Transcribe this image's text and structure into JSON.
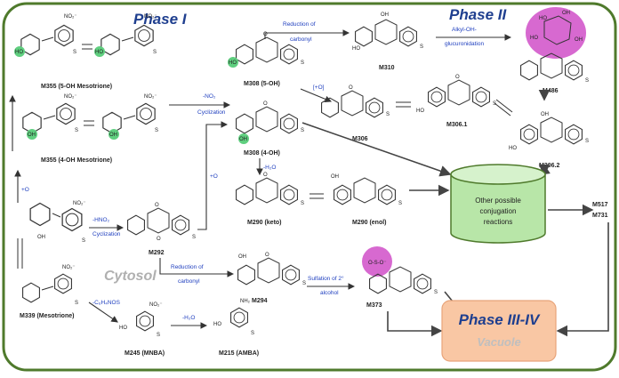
{
  "phases": {
    "phase1": "Phase I",
    "phase2": "Phase II",
    "phase34": "Phase III-IV",
    "cytosol": "Cytosol",
    "vacuole": "Vacuole"
  },
  "cylinder": {
    "lines": [
      "Other possible",
      "conjugation",
      "reactions"
    ]
  },
  "compounds": {
    "m355_5oh": "M355 (5-OH Mesotrione)",
    "m355_4oh": "M355 (4-OH Mesotrione)",
    "m339": "M339 (Mesotrione)",
    "m292": "M292",
    "m308_5oh": "M308 (5-OH)",
    "m308_4oh": "M308 (4-OH)",
    "m306": "M306",
    "m306_1": "M306.1",
    "m306_2": "M306.2",
    "m310": "M310",
    "m486": "M486",
    "m290_keto": "M290 (keto)",
    "m290_enol": "M290 (enol)",
    "m294": "M294",
    "m373": "M373",
    "m245": "M245 (MNBA)",
    "m215": "M215 (AMBA)",
    "m517": "M517",
    "m731": "M731"
  },
  "reactions": {
    "plus_o_left": "+O",
    "plus_o_mid": "+O",
    "hno2": "-HNO₂",
    "cyclization1": "Cyclization",
    "no2": "-NO₂",
    "cyclization2": "Cyclization",
    "reduction1_a": "Reduction of",
    "reduction1_b": "carbonyl",
    "plus_o_bracket": "[+O]",
    "alkyl_a": "Alkyl-OH-",
    "alkyl_b": "glucuronidation",
    "h2o_mid": "-H₂O",
    "reduction2_a": "Reduction of",
    "reduction2_b": "carbonyl",
    "sulfation_a": "Sulfation of 2°",
    "sulfation_b": "alcohol",
    "c6h4nos": "-C₆H₄NOS",
    "h2o_bottom": "-H₂O"
  },
  "colors": {
    "frame": "#4f7a2c",
    "phase_text": "#1f3f8f",
    "reaction_text": "#1f3fbf",
    "oh_highlight": "#5fcf7f",
    "sugar_highlight": "#d04fc8",
    "cylinder": "#b8e6a8",
    "vacuole_box": "#f9c7a4"
  }
}
